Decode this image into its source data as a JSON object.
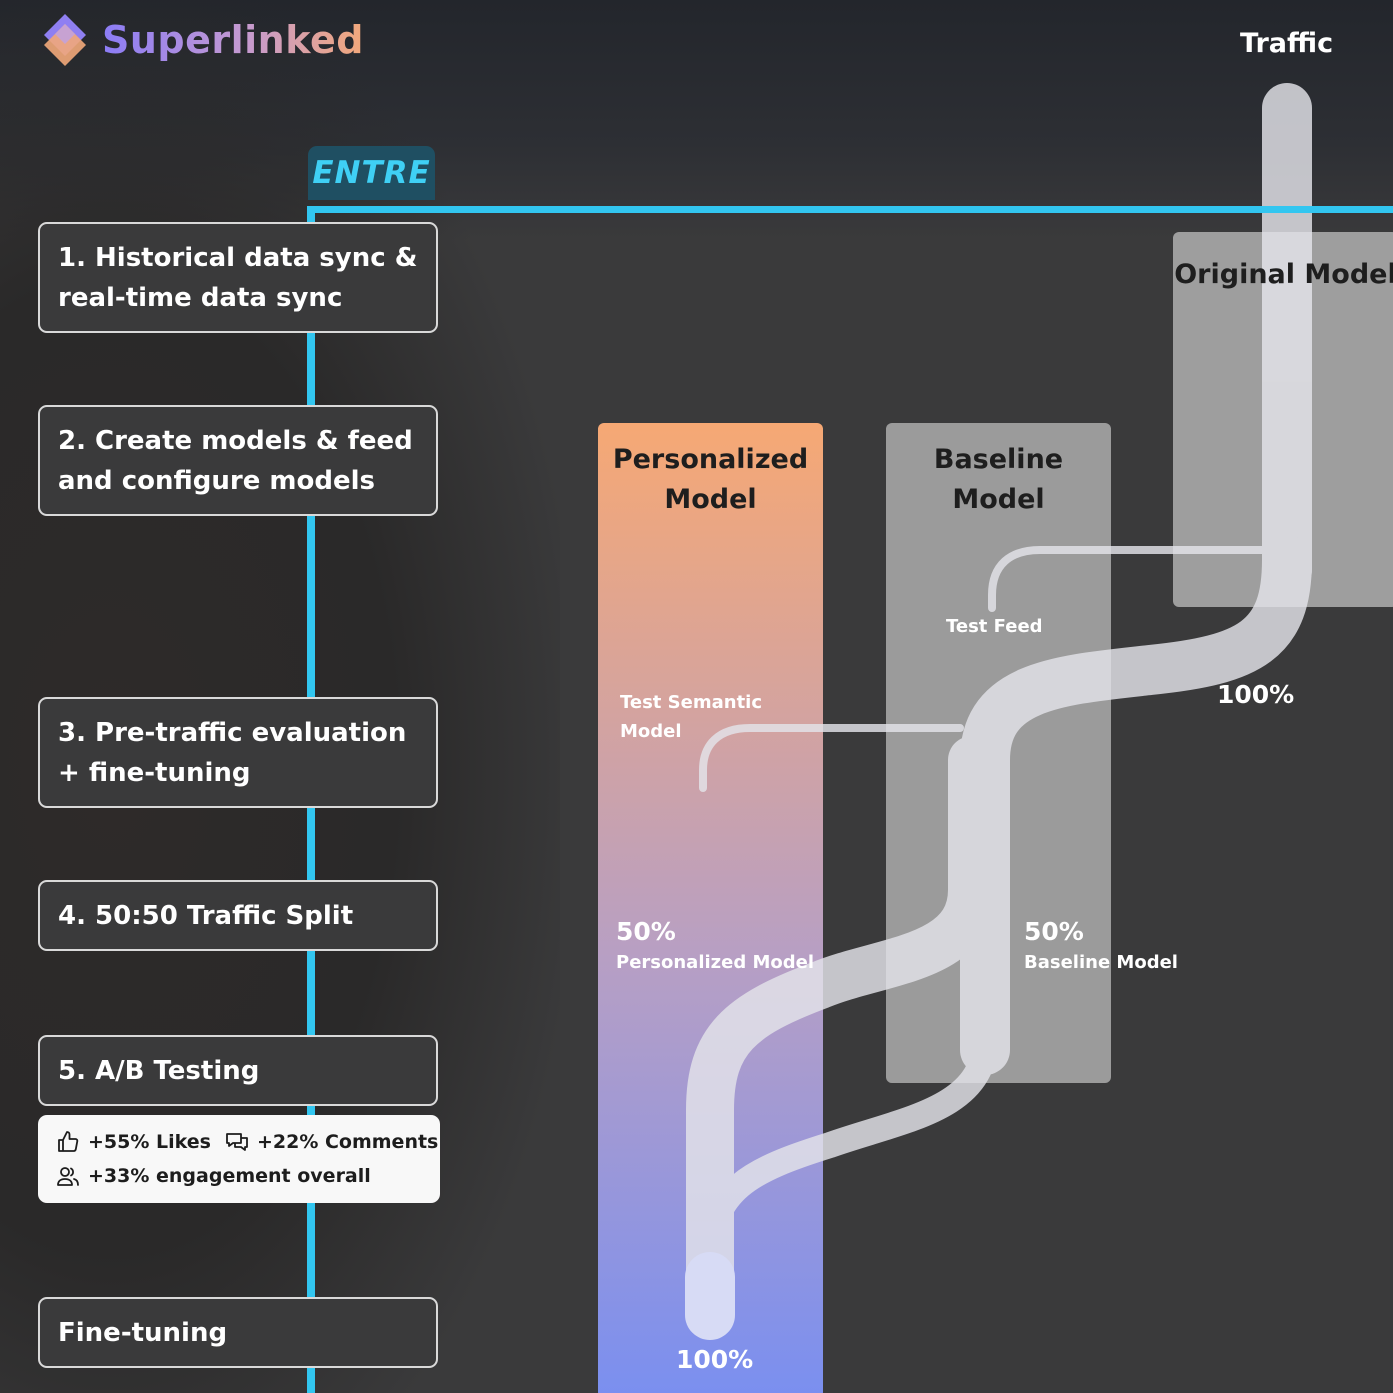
{
  "brand": {
    "name": "Superlinked"
  },
  "partner_badge": {
    "label": "ENTRE"
  },
  "steps": [
    {
      "label": "1. Historical data sync & real-time data sync"
    },
    {
      "label": "2. Create models & feed and configure models"
    },
    {
      "label": "3. Pre-traffic evaluation + fine-tuning"
    },
    {
      "label": "4. 50:50 Traffic Split"
    },
    {
      "label": "5. A/B Testing"
    },
    {
      "label": "Fine-tuning"
    }
  ],
  "results": {
    "likes": "+55% Likes",
    "comments": "+22% Comments",
    "engagement": "+33% engagement overall"
  },
  "columns": {
    "personalized": "Personalized Model",
    "baseline": "Baseline Model",
    "original": "Original Model"
  },
  "flow": {
    "traffic_title": "Traffic",
    "test_feed": "Test Feed",
    "test_semantic": "Test Semantic Model",
    "original_pct": "100%",
    "personalized_pct": "50%",
    "personalized_name": "Personalized Model",
    "baseline_pct": "50%",
    "baseline_name": "Baseline Model",
    "final_pct": "100%"
  },
  "colors": {
    "accent_line": "#32c6f0",
    "personalized_top": "#f5a877",
    "personalized_bottom": "#7b8ff0",
    "column_grey": "#a6a6a6"
  }
}
